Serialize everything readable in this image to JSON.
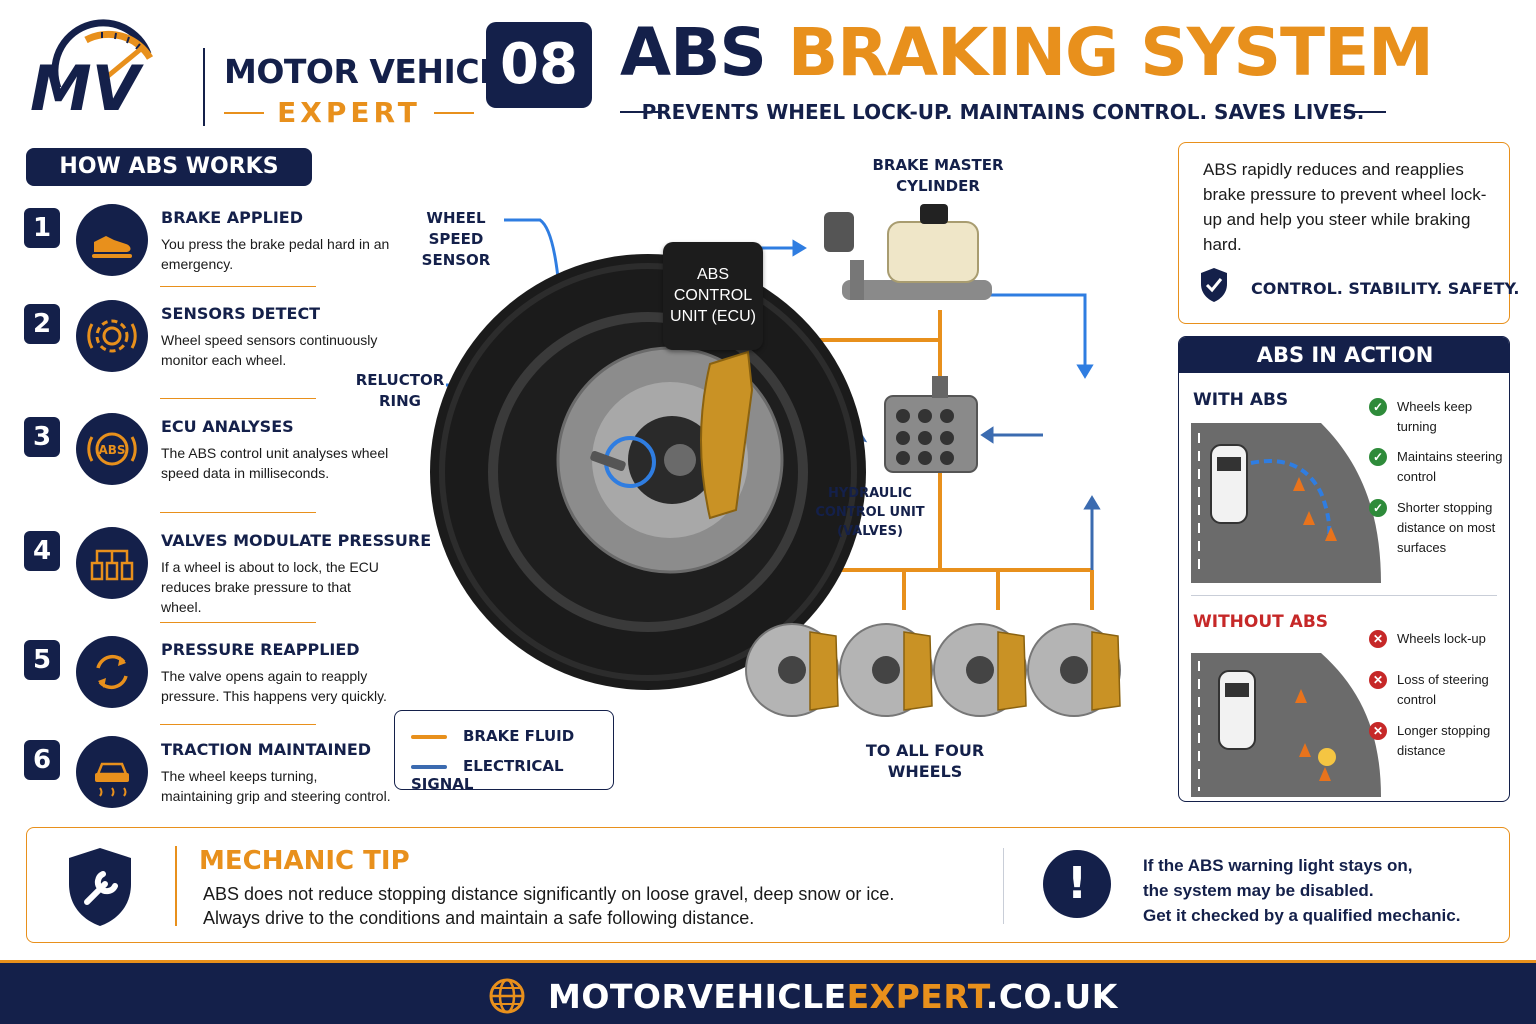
{
  "brand": {
    "line1": "MOTOR VEHICLE",
    "line2": "EXPERT",
    "logo_letters": "MV"
  },
  "header": {
    "badge": "08",
    "title_part1": "ABS",
    "title_part2": "BRAKING SYSTEM",
    "subtitle": "PREVENTS WHEEL LOCK-UP.  MAINTAINS CONTROL.  SAVES LIVES."
  },
  "how": {
    "header": "HOW ABS WORKS",
    "steps": [
      {
        "num": "1",
        "icon": "shoe-on-pedal-icon",
        "title": "BRAKE APPLIED",
        "desc": "You press the brake pedal hard in an emergency."
      },
      {
        "num": "2",
        "icon": "wheel-sensor-icon",
        "title": "SENSORS DETECT",
        "desc": "Wheel speed sensors continuously monitor each wheel."
      },
      {
        "num": "3",
        "icon": "abs-warning-icon",
        "title": "ECU ANALYSES",
        "desc": "The ABS control unit analyses wheel speed data in milliseconds."
      },
      {
        "num": "4",
        "icon": "valves-icon",
        "title": "VALVES MODULATE PRESSURE",
        "desc": "If a wheel is about to lock, the ECU reduces brake pressure to that wheel."
      },
      {
        "num": "5",
        "icon": "cycle-arrows-icon",
        "title": "PRESSURE REAPPLIED",
        "desc": "The valve opens again to reapply pressure. This happens very quickly."
      },
      {
        "num": "6",
        "icon": "traction-car-icon",
        "title": "TRACTION MAINTAINED",
        "desc": "The wheel keeps turning, maintaining grip and steering control."
      }
    ]
  },
  "diagram": {
    "wheel_speed_sensor": "WHEEL SPEED SENSOR",
    "reluctor_ring": "RELUCTOR RING",
    "master_cylinder": "BRAKE MASTER CYLINDER",
    "hydraulic_unit": "HYDRAULIC CONTROL UNIT (VALVES)",
    "ecu": "ABS CONTROL UNIT (ECU)",
    "four_wheels": "TO ALL FOUR WHEELS",
    "legend": {
      "fluid": "BRAKE FLUID",
      "signal": "ELECTRICAL SIGNAL"
    },
    "colors": {
      "fluid": "#e8901c",
      "signal": "#3b6bb0",
      "sensor_wire": "#2f7de1"
    }
  },
  "info": {
    "text": "ABS rapidly reduces and reapplies brake pressure to prevent wheel lock-up and help you steer while braking hard.",
    "tag": "CONTROL. STABILITY. SAFETY."
  },
  "action": {
    "header": "ABS IN ACTION",
    "with_title": "WITH ABS",
    "with_items": [
      "Wheels keep turning",
      "Maintains steering control",
      "Shorter stopping distance on most surfaces"
    ],
    "without_title": "WITHOUT ABS",
    "without_items": [
      "Wheels lock-up",
      "Loss of steering control",
      "Longer stopping distance"
    ]
  },
  "tip": {
    "title": "MECHANIC TIP",
    "line1": "ABS does not reduce stopping distance significantly on loose gravel, deep snow or ice.",
    "line2": "Always drive to the conditions and maintain a safe following distance.",
    "warn_symbol": "!",
    "warn_lines": [
      "If the ABS warning light stays on,",
      "the system may be disabled.",
      "Get it checked by a qualified mechanic."
    ]
  },
  "footer": {
    "url_part1": "MOTORVEHICLE",
    "url_part2": "EXPERT",
    "url_part3": ".CO.UK"
  },
  "theme": {
    "navy": "#14204a",
    "orange": "#e8901c",
    "green": "#2e8b3a",
    "red": "#c62828"
  }
}
